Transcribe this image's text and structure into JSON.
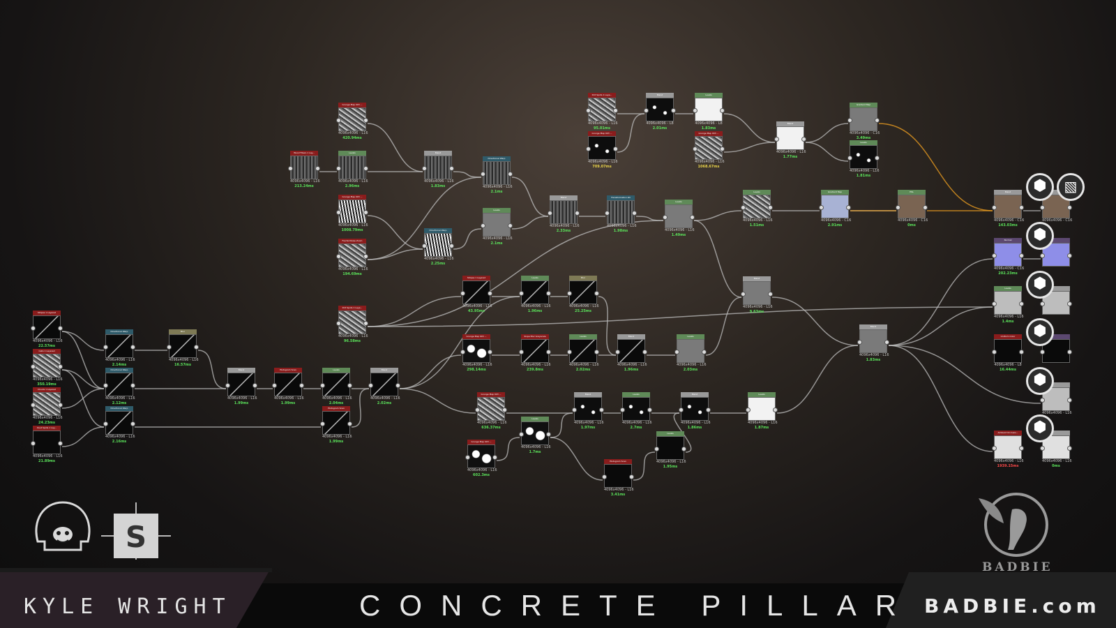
{
  "branding": {
    "author": "KYLE WRIGHT",
    "title": "CONCRETE PILLAR",
    "site": "BADBIE.com",
    "logo_label": "BADBIE"
  },
  "nodes": [
    {
      "id": "n1",
      "hdr": "Grunge Map 003 ...",
      "color": "red",
      "tex": "t-noise",
      "res": "4096x4096 - L16",
      "time": "420.94ms",
      "tc": ""
    },
    {
      "id": "n2",
      "hdr": "Wood Fibers 1 Lay...",
      "color": "red",
      "tex": "t-bark",
      "res": "4096x4096 - L16",
      "time": "213.24ms",
      "tc": ""
    },
    {
      "id": "n3",
      "hdr": "Levels",
      "color": "green",
      "tex": "t-bark",
      "res": "4096x4096 - L16",
      "time": "2.96ms",
      "tc": ""
    },
    {
      "id": "n4",
      "hdr": "Grunge Map 003 ...",
      "color": "red",
      "tex": "t-zebra",
      "res": "4096x4096 - L16",
      "time": "1008.79ms",
      "tc": ""
    },
    {
      "id": "n5",
      "hdr": "Fractal Noise Zoom",
      "color": "red",
      "tex": "t-noise",
      "res": "4096x4096 - L16",
      "time": "194.69ms",
      "tc": ""
    },
    {
      "id": "n6",
      "hdr": "Blend",
      "color": "gray",
      "tex": "t-bark",
      "res": "4096x4096 - L16",
      "time": "1.83ms",
      "tc": ""
    },
    {
      "id": "n7",
      "hdr": "Directional Warp",
      "color": "teal",
      "tex": "t-zebra",
      "res": "4096x4096 - L16",
      "time": "2.25ms",
      "tc": ""
    },
    {
      "id": "n8",
      "hdr": "Directional Warp",
      "color": "teal",
      "tex": "t-bark",
      "res": "4096x4096 - L16",
      "time": "2.1ms",
      "tc": ""
    },
    {
      "id": "n9",
      "hdr": "Levels",
      "color": "green",
      "tex": "t-mid",
      "res": "4096x4096 - L16",
      "time": "2.1ms",
      "tc": ""
    },
    {
      "id": "n10",
      "hdr": "Blend",
      "color": "gray",
      "tex": "t-bark",
      "res": "4096x4096 - L16",
      "time": "2.33ms",
      "tc": ""
    },
    {
      "id": "n11",
      "hdr": "Transformation 2D",
      "color": "teal",
      "tex": "t-bark",
      "res": "4096x4096 - L16",
      "time": "1.98ms",
      "tc": ""
    },
    {
      "id": "n12",
      "hdr": "Levels",
      "color": "green",
      "tex": "t-mid",
      "res": "4096x4096 - L16",
      "time": "1.49ms",
      "tc": ""
    },
    {
      "id": "n13",
      "hdr": "Dirt Spots 1 Laye...",
      "color": "red",
      "tex": "t-noise",
      "res": "4096x4096 - L16",
      "time": "95.01ms",
      "tc": ""
    },
    {
      "id": "n14",
      "hdr": "Grunge Map 003 ...",
      "color": "red",
      "tex": "t-speck",
      "res": "4096x4096 - L16",
      "time": "709.07ms",
      "tc": "y"
    },
    {
      "id": "n15",
      "hdr": "Blend",
      "color": "gray",
      "tex": "t-speck",
      "res": "4096x4096 - L8",
      "time": "2.01ms",
      "tc": ""
    },
    {
      "id": "n16",
      "hdr": "Levels",
      "color": "green",
      "tex": "t-white",
      "res": "4096x4096 - L8",
      "time": "1.83ms",
      "tc": ""
    },
    {
      "id": "n17",
      "hdr": "Grunge Map 003 ...",
      "color": "red",
      "tex": "t-noise",
      "res": "4096x4096 - L16",
      "time": "1068.67ms",
      "tc": "y"
    },
    {
      "id": "n18",
      "hdr": "Blend",
      "color": "gray",
      "tex": "t-white",
      "res": "4096x4096 - L16",
      "time": "1.77ms",
      "tc": ""
    },
    {
      "id": "n19",
      "hdr": "Gradient Map",
      "color": "green",
      "tex": "t-mid",
      "res": "4096x4096 - C16",
      "time": "3.49ms",
      "tc": ""
    },
    {
      "id": "n20",
      "hdr": "Levels",
      "color": "green",
      "tex": "t-speck",
      "res": "4096x4096 - L16",
      "time": "1.81ms",
      "tc": ""
    },
    {
      "id": "n21",
      "hdr": "Levels",
      "color": "green",
      "tex": "t-noise",
      "res": "4096x4096 - L16",
      "time": "1.51ms",
      "tc": ""
    },
    {
      "id": "n22",
      "hdr": "Gradient Map",
      "color": "green",
      "tex": "t-blue",
      "res": "4096x4096 - C16",
      "time": "2.91ms",
      "tc": ""
    },
    {
      "id": "n23",
      "hdr": "HSL",
      "color": "green",
      "tex": "t-brown",
      "res": "4096x4096 - C16",
      "time": "0ms",
      "tc": ""
    },
    {
      "id": "n24",
      "hdr": "Blend",
      "color": "gray",
      "tex": "t-mid",
      "res": "4096x4096 - L16",
      "time": "9.63ms",
      "tc": ""
    },
    {
      "id": "n25",
      "hdr": "Blend",
      "color": "gray",
      "tex": "t-mid",
      "res": "4096x4096 - L16",
      "time": "1.83ms",
      "tc": ""
    },
    {
      "id": "n26",
      "hdr": "Stripes 1 Layered",
      "color": "red",
      "tex": "t-line",
      "res": "4096x4096 - L16",
      "time": "43.95ms",
      "tc": ""
    },
    {
      "id": "n27",
      "hdr": "Levels",
      "color": "green",
      "tex": "t-line",
      "res": "4096x4096 - L16",
      "time": "1.96ms",
      "tc": ""
    },
    {
      "id": "n28",
      "hdr": "Blur",
      "color": "olive",
      "tex": "t-line",
      "res": "4096x4096 - L16",
      "time": "25.25ms",
      "tc": ""
    },
    {
      "id": "n29",
      "hdr": "Dirt Spots 1 Laye...",
      "color": "red",
      "tex": "t-noise",
      "res": "4096x4096 - L16",
      "time": "96.58ms",
      "tc": ""
    },
    {
      "id": "n30",
      "hdr": "Grunge Map 003 ...",
      "color": "red",
      "tex": "t-blob",
      "res": "4096x4096 - L16",
      "time": "298.14ms",
      "tc": ""
    },
    {
      "id": "n31",
      "hdr": "Slope Blur Grayscale",
      "color": "red",
      "tex": "t-line",
      "res": "4096x4096 - L16",
      "time": "239.8ms",
      "tc": ""
    },
    {
      "id": "n32",
      "hdr": "Levels",
      "color": "green",
      "tex": "t-line",
      "res": "4096x4096 - L16",
      "time": "2.02ms",
      "tc": ""
    },
    {
      "id": "n33",
      "hdr": "Blend",
      "color": "gray",
      "tex": "t-line",
      "res": "4096x4096 - L16",
      "time": "1.96ms",
      "tc": ""
    },
    {
      "id": "n34",
      "hdr": "Levels",
      "color": "green",
      "tex": "t-mid",
      "res": "4096x4096 - L16",
      "time": "2.03ms",
      "tc": ""
    },
    {
      "id": "n35",
      "hdr": "Stripes 1 Layered",
      "color": "red",
      "tex": "t-line",
      "res": "4096x4096 - L16",
      "time": "22.57ms",
      "tc": ""
    },
    {
      "id": "n36",
      "hdr": "Cells 1 Layered",
      "color": "red",
      "tex": "t-noise",
      "res": "4096x4096 - L16",
      "time": "350.19ms",
      "tc": ""
    },
    {
      "id": "n37",
      "hdr": "Clouds 1 Layered",
      "color": "red",
      "tex": "t-noise",
      "res": "4096x4096 - L16",
      "time": "24.23ms",
      "tc": ""
    },
    {
      "id": "n38",
      "hdr": "Dust Spots 1 Lay...",
      "color": "red",
      "tex": "t-dark",
      "res": "4096x4096 - L16",
      "time": "21.89ms",
      "tc": ""
    },
    {
      "id": "n39",
      "hdr": "Directional Warp",
      "color": "teal",
      "tex": "t-line",
      "res": "4096x4096 - L16",
      "time": "2.14ms",
      "tc": ""
    },
    {
      "id": "n40",
      "hdr": "Directional Warp",
      "color": "teal",
      "tex": "t-line",
      "res": "4096x4096 - L16",
      "time": "2.12ms",
      "tc": ""
    },
    {
      "id": "n41",
      "hdr": "Directional Warp",
      "color": "teal",
      "tex": "t-line",
      "res": "4096x4096 - L16",
      "time": "2.16ms",
      "tc": ""
    },
    {
      "id": "n42",
      "hdr": "Blur",
      "color": "olive",
      "tex": "t-line",
      "res": "4096x4096 - L16",
      "time": "16.57ms",
      "tc": ""
    },
    {
      "id": "n43",
      "hdr": "Blend",
      "color": "gray",
      "tex": "t-line",
      "res": "4096x4096 - L16",
      "time": "1.99ms",
      "tc": ""
    },
    {
      "id": "n44",
      "hdr": "Histogram Scan",
      "color": "red",
      "tex": "t-line",
      "res": "4096x4096 - L16",
      "time": "1.99ms",
      "tc": ""
    },
    {
      "id": "n45",
      "hdr": "Levels",
      "color": "green",
      "tex": "t-line",
      "res": "4096x4096 - L16",
      "time": "2.04ms",
      "tc": ""
    },
    {
      "id": "n46",
      "hdr": "Histogram Scan",
      "color": "red",
      "tex": "t-line",
      "res": "4096x4096 - L16",
      "time": "1.99ms",
      "tc": ""
    },
    {
      "id": "n47",
      "hdr": "Blend",
      "color": "gray",
      "tex": "t-line",
      "res": "4096x4096 - L16",
      "time": "2.02ms",
      "tc": ""
    },
    {
      "id": "n48",
      "hdr": "Grunge Map 003 ...",
      "color": "red",
      "tex": "t-noise",
      "res": "4096x4096 - L16",
      "time": "636.37ms",
      "tc": ""
    },
    {
      "id": "n49",
      "hdr": "Grunge Map 003 ...",
      "color": "red",
      "tex": "t-blob",
      "res": "4096x4096 - L16",
      "time": "602.3ms",
      "tc": ""
    },
    {
      "id": "n50",
      "hdr": "Levels",
      "color": "green",
      "tex": "t-blob",
      "res": "4096x4096 - L16",
      "time": "1.7ms",
      "tc": ""
    },
    {
      "id": "n51",
      "hdr": "Blend",
      "color": "gray",
      "tex": "t-speck",
      "res": "4096x4096 - L16",
      "time": "1.97ms",
      "tc": ""
    },
    {
      "id": "n52",
      "hdr": "Levels",
      "color": "green",
      "tex": "t-speck",
      "res": "4096x4096 - L16",
      "time": "2.7ms",
      "tc": ""
    },
    {
      "id": "n53",
      "hdr": "Blend",
      "color": "gray",
      "tex": "t-speck",
      "res": "4096x4096 - L16",
      "time": "1.86ms",
      "tc": ""
    },
    {
      "id": "n54",
      "hdr": "Levels",
      "color": "green",
      "tex": "t-dark",
      "res": "4096x4096 - L16",
      "time": "1.95ms",
      "tc": ""
    },
    {
      "id": "n55",
      "hdr": "Histogram Scan",
      "color": "red",
      "tex": "t-dark",
      "res": "4096x4096 - L16",
      "time": "3.41ms",
      "tc": ""
    },
    {
      "id": "n56",
      "hdr": "Levels",
      "color": "green",
      "tex": "t-white",
      "res": "4096x4096 - L16",
      "time": "1.87ms",
      "tc": ""
    },
    {
      "id": "n57",
      "hdr": "Blend",
      "color": "gray",
      "tex": "t-brown",
      "res": "4096x4096 - C16",
      "time": "143.03ms",
      "tc": ""
    },
    {
      "id": "n58",
      "hdr": "Normal",
      "color": "mauve",
      "tex": "t-normal",
      "res": "4096x4096 - C16",
      "time": "202.23ms",
      "tc": ""
    },
    {
      "id": "n59",
      "hdr": "Levels",
      "color": "green",
      "tex": "t-rough",
      "res": "4096x4096 - L16",
      "time": "1.4ms",
      "tc": ""
    },
    {
      "id": "n60",
      "hdr": "Uniform Color",
      "color": "red",
      "tex": "t-dark",
      "res": "4096x4096 - L8",
      "time": "16.44ms",
      "tc": ""
    },
    {
      "id": "n61",
      "hdr": "Ambient Occlusio...",
      "color": "red",
      "tex": "t-ao",
      "res": "4096x4096 - L16",
      "time": "1939.15ms",
      "tc": "r"
    },
    {
      "id": "n62",
      "hdr": "",
      "color": "gray",
      "tex": "t-brown",
      "res": "4096x4096 - C16",
      "time": "",
      "tc": ""
    },
    {
      "id": "n63",
      "hdr": "",
      "color": "mauve",
      "tex": "t-normal",
      "res": "",
      "time": "",
      "tc": ""
    },
    {
      "id": "n64",
      "hdr": "",
      "color": "gray",
      "tex": "t-rough",
      "res": "",
      "time": "",
      "tc": ""
    },
    {
      "id": "n65",
      "hdr": "",
      "color": "mauve",
      "tex": "t-dark",
      "res": "",
      "time": "",
      "tc": ""
    },
    {
      "id": "n66",
      "hdr": "",
      "color": "gray",
      "tex": "t-rough",
      "res": "4096x4096 - L16",
      "time": "",
      "tc": ""
    },
    {
      "id": "n67",
      "hdr": "",
      "color": "gray",
      "tex": "t-ao",
      "res": "4096x4096 - L16",
      "time": "0ms",
      "tc": ""
    }
  ],
  "output_icons": [
    {
      "id": "o1",
      "icon": "cube-icon"
    },
    {
      "id": "o2",
      "icon": "checker-icon"
    },
    {
      "id": "o3",
      "icon": "cube-icon"
    },
    {
      "id": "o4",
      "icon": "cube-icon"
    },
    {
      "id": "o5",
      "icon": "cube-icon"
    },
    {
      "id": "o6",
      "icon": "cube-icon"
    },
    {
      "id": "o7",
      "icon": "cube-icon"
    }
  ]
}
